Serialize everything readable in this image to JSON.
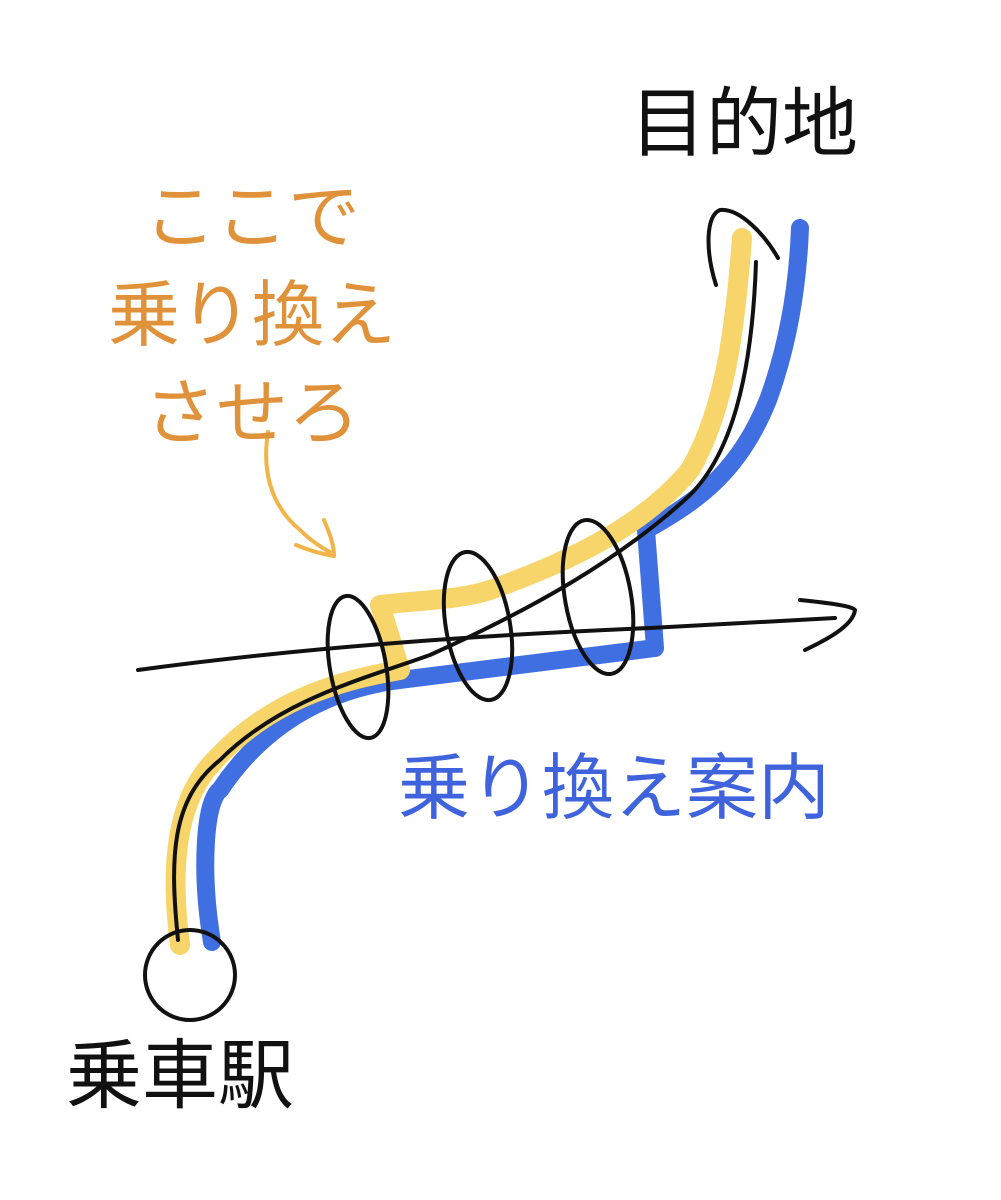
{
  "labels": {
    "destination": "目的地",
    "boarding_station": "乗車駅",
    "transfer_guide": "乗り換え案内",
    "instruction_lines": [
      "ここで",
      "乗り換え",
      "させろ"
    ]
  },
  "colors": {
    "desired_route": "#f7d56a",
    "guide_route": "#3f6fe0",
    "ink": "#111111",
    "instruction_text": "#e0923a",
    "instruction_arrow": "#f0b449",
    "guide_text": "#3f63dc"
  },
  "transfer_points": 3
}
